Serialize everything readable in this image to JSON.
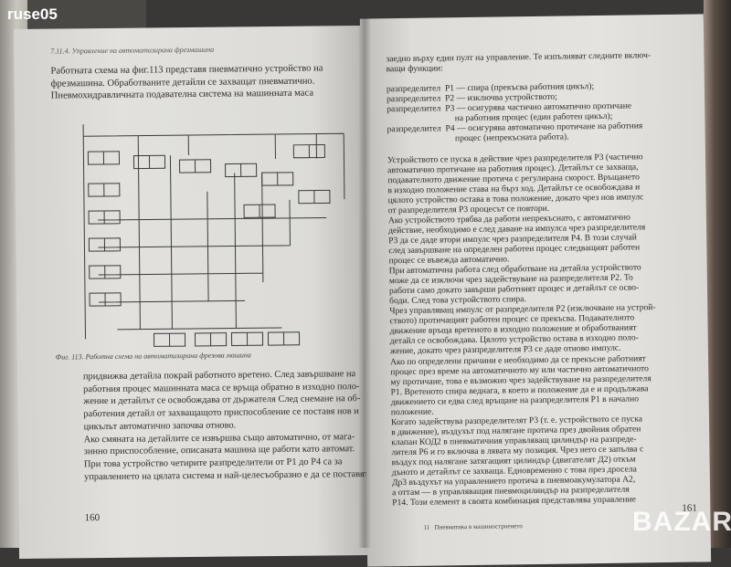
{
  "watermarks": {
    "user": "ruse05",
    "site": "BAZAR"
  },
  "left_page": {
    "header": "7.11.4. Управление на автоматизирана фрезмашина",
    "intro_lines": [
      "Работната схема на фиг.113 представя пневматично устройство на",
      "фрезмашина. Обработваните детайли се захващат пневматично.",
      "Пневмохидравличната подавателна система на машинната маса"
    ],
    "caption": "Фиг. 113. Работна схема на автоматизирана фрезова машина",
    "body_lines": [
      "придвижва детайла покрай работното вретено. След завършване на",
      "работния процес машинната маса се връща обратно в изходно поло-",
      "жение и детайлът се освобождава от държателя След снемане на об-",
      "работения детайл от захващащото приспособление се поставя нов и",
      "цикълът автоматично започва отново.",
      "Ако смяната на детайлите се извършва също автоматично, от мага-",
      "зинно приспособление, описаната машина ще работи като автомат.",
      "При това устройство четирите разпределители от P1 до P4 са за",
      "управлението на цялата система и най-целесъобразно е да се поставят"
    ],
    "page_number": "160"
  },
  "right_page": {
    "lines": [
      "заедно върху един пулт на управление. Те изпълняват следните включ-",
      "ващи функции:",
      "",
      "разпределител  P1 — спира (прекъсва работния цикъл);",
      "разпределител  P2 — изключва устройството;",
      "разпределител  P3 — осигурява частично автоматично протичане",
      "                               на работния процес (един работен цикъл);",
      "разпределител  P4 — осигурява автоматично протичане на работния",
      "                               процес (непрекъсната работа).",
      "",
      "Устройството се пуска в действие чрез разпределителя P3 (частично",
      "автоматично протичане на работния процес). Детайлът се захваща,",
      "подавателното движение протича с регулирана скорост. Връщането",
      "в изходно положение става на бърз ход. Детайлът се освобождава и",
      "цялото устройство остава в това положение, докато чрез нов импулс",
      "от разпределителя P3 процесът се повтори.",
      "Ако устройството трябва да работи непрекъснато, с автоматично",
      "действие, необходимо е след даване на импулса чрез разпределителя",
      "P3 да се даде втори импулс чрез разпределителя P4. В този случай",
      "след завършване на определен работен процес следващият работен",
      "процес се въвежда автоматично.",
      "При автоматична работа след обработване на детайла устройството",
      "може да се изключи чрез задействуване на разпределителя P2. То",
      "работи само докато завърши работният процес и детайлът се осво-",
      "боди. След това устройството спира.",
      "Чрез управляващ импулс от разпределителя P2 (изключване на устрой-",
      "ството) протичащият работен процес се прекъсва. Подавателното",
      "движение връща вретеното в изходно положение и обработваният",
      "детайл се освобождава. Цялото устройство остава в изходно поло-",
      "жение, докато чрез разпределителя P3 се даде отново импулс.",
      "Ако по определени причини е необходимо да се прекъсне работният",
      "процес през време на автоматичното му или частично автоматичното",
      "му протичане, това е възможно чрез задействуване на разпределителя",
      "P1. Вретеното спира веднага, в което и положение да е и продължава",
      "движението си едва след връщане на разпределителя P1 в начално",
      "положение.",
      "Когато задействува разпределителят P3 (т. е. устройството се пуска",
      "в движение), въздухът под налягане протича през двойния обратен",
      "клапан КОД2 в пневматичния управляващ цилиндър на разпреде-",
      "лителя P6 и го включва в лявата му позиция. Чрез него се запълва с",
      "въздух под налягане затягащият цилиндър (двигателят Д2) откъм",
      "дъното и детайлът се захваща. Едновременно с това през дросела",
      "Др3 въздухът на управлението протича в пневмоакумулатора А2,",
      "а оттам — в управляващия пневмоцилиндър на разпределителя",
      "P14. Този елемент в своята комбинация представлява управление"
    ],
    "page_number": "161",
    "footer": "11   Пневматика в машиностроенето"
  }
}
